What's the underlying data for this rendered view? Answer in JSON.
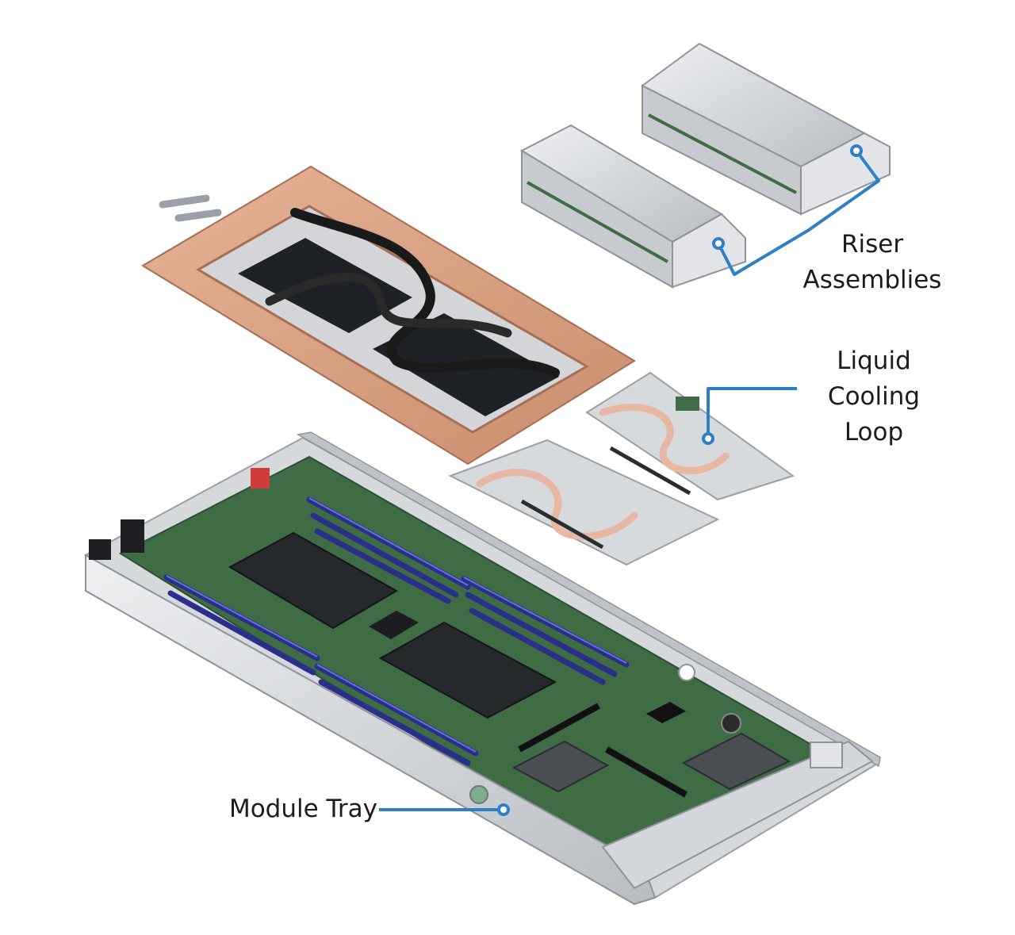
{
  "callouts": {
    "riser": {
      "lines": [
        "Riser",
        "Assemblies"
      ]
    },
    "cooling": {
      "lines": [
        "Liquid",
        "Cooling",
        "Loop"
      ]
    },
    "tray": {
      "lines": [
        "Module Tray"
      ]
    }
  },
  "colors": {
    "leader": "#2e7fc6",
    "copper_frame": "#d9a183",
    "board_green": "#3f6b45",
    "dimm_blue": "#3a3fb5",
    "tray_metal": "#c9ccd0",
    "cold_plate": "#1e2226",
    "heatpipe": "#e7b7a4"
  }
}
